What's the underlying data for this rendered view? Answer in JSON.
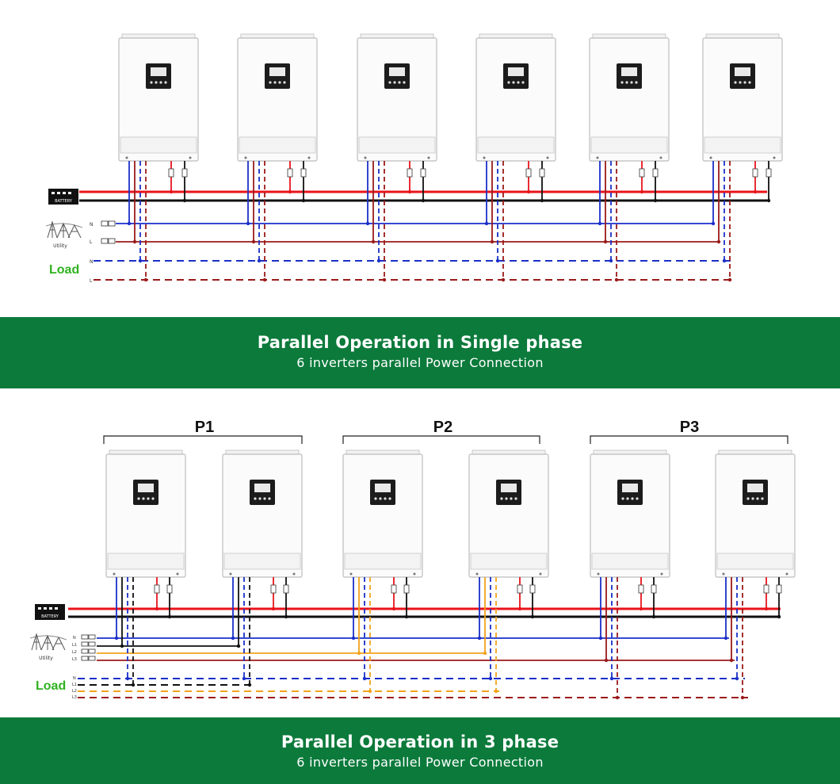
{
  "single_phase": {
    "title": "Parallel Operation in Single phase",
    "subtitle": "6 inverters parallel  Power Connection",
    "load_label": "Load",
    "battery_label": "BATTERY",
    "utility_label": "Utility",
    "utility_lines": [
      "N",
      "L"
    ],
    "load_lines": [
      "N",
      "L"
    ],
    "inverter_count": 6
  },
  "three_phase": {
    "title": "Parallel Operation in 3 phase",
    "subtitle": "6 inverters parallel  Power Connection",
    "load_label": "Load",
    "battery_label": "BATTERY",
    "utility_label": "Utility",
    "utility_lines": [
      "N",
      "L1",
      "L2",
      "L3"
    ],
    "load_lines": [
      "N",
      "L1",
      "L2",
      "L3"
    ],
    "groups": [
      "P1",
      "P2",
      "P3"
    ],
    "inverter_count": 6
  },
  "colors": {
    "banner": "#0b7a3b",
    "battery_positive": "#e8141b",
    "battery_negative": "#111111",
    "neutral": "#1a2fc9",
    "line_l": "#9b1a1a",
    "line_l2": "#f2a31b",
    "load_label": "#2fb21f"
  }
}
